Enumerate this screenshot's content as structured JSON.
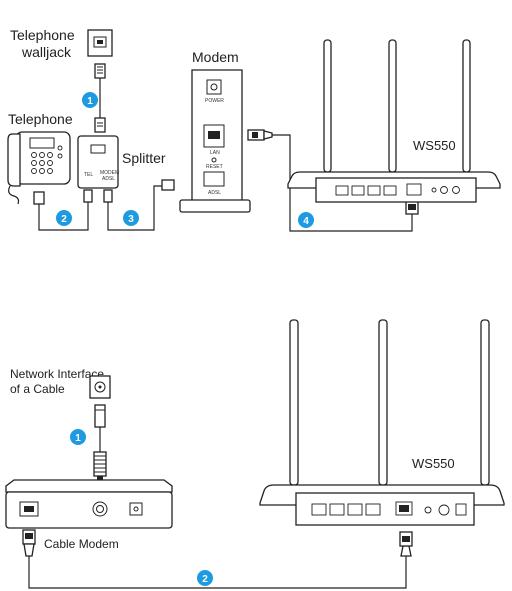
{
  "diagram_top": {
    "telephone_walljack_label": [
      "Telephone",
      "walljack"
    ],
    "telephone_label": "Telephone",
    "splitter_label": "Splitter",
    "modem_label": "Modem",
    "router_label": "WS550",
    "modem_ports": {
      "power": "POWER",
      "lan": "LAN",
      "reset": "RESET",
      "adsl": "ADSL"
    },
    "splitter_ports": {
      "tel": "TEL",
      "modem_adsl": [
        "MODEM",
        "ADSL"
      ]
    },
    "steps": [
      "1",
      "2",
      "3",
      "4"
    ]
  },
  "diagram_bottom": {
    "network_interface_label": [
      "Network Interface",
      "of a Cable"
    ],
    "cable_modem_label": "Cable Modem",
    "router_label": "WS550",
    "steps": [
      "1",
      "2"
    ]
  },
  "colors": {
    "step_badge": "#1e9be0",
    "line": "#222222"
  }
}
